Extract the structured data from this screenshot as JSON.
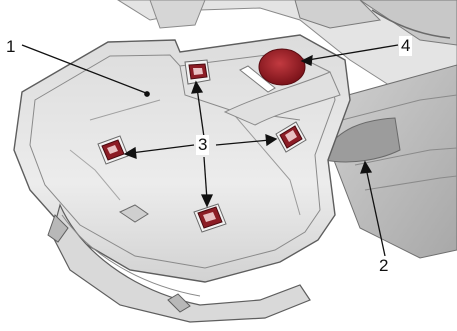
{
  "callouts": {
    "one": "1",
    "two": "2",
    "three": "3",
    "four": "4"
  },
  "colors": {
    "pad_red": "#8c1c25",
    "body_light": "#e9e9e9",
    "body_mid": "#cfcfcf",
    "outline": "#6a6a6a"
  }
}
